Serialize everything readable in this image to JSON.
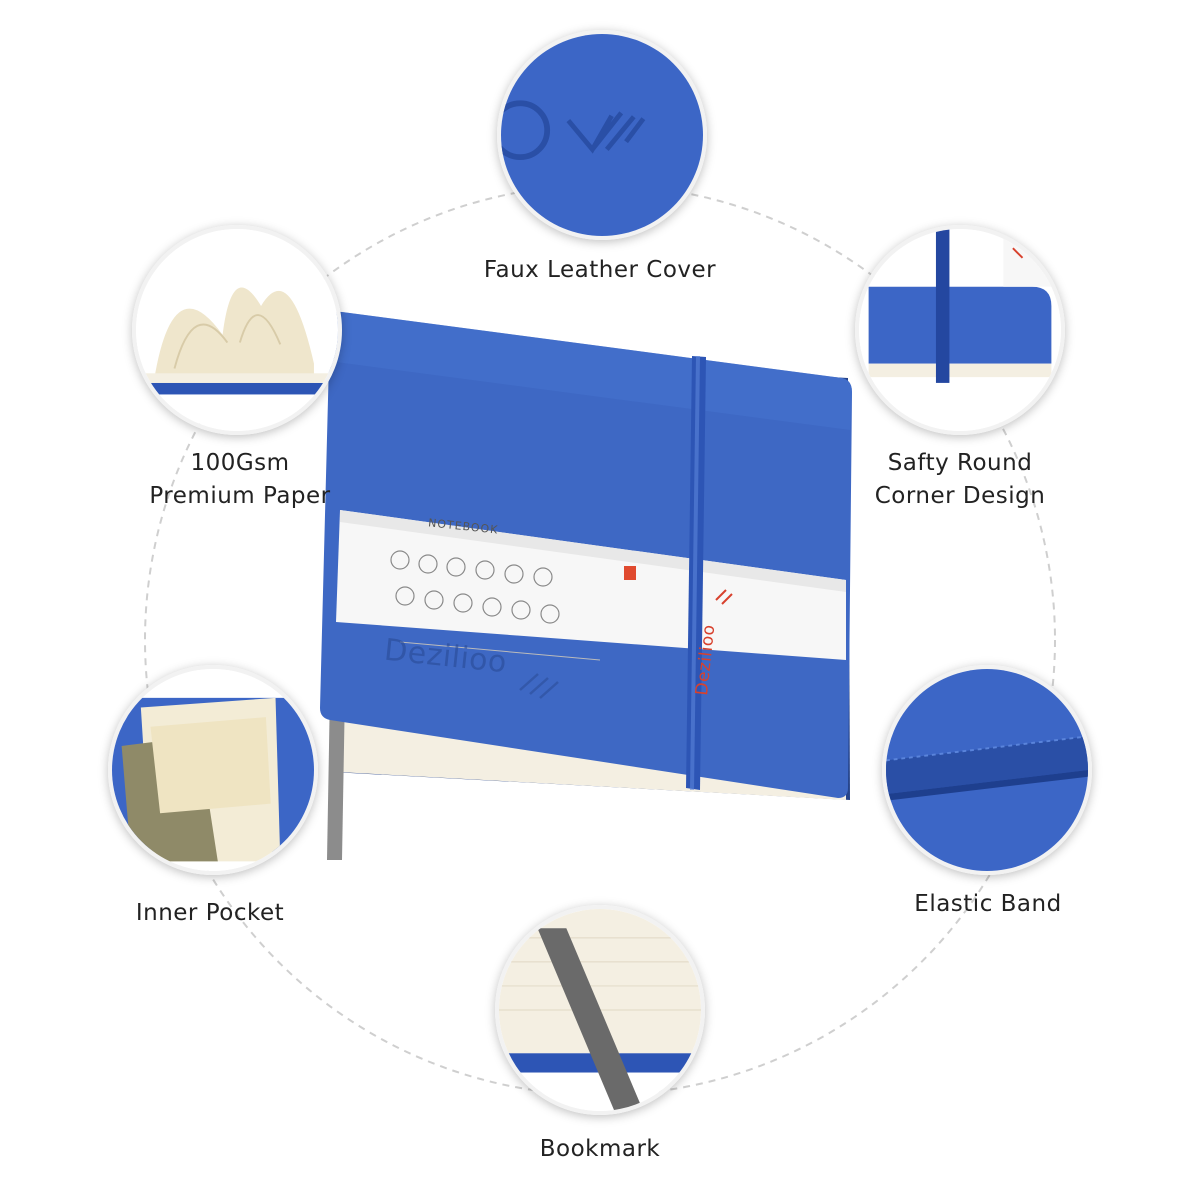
{
  "features": {
    "faux_leather": "Faux Leather Cover",
    "paper_line1": "100Gsm",
    "paper_line2": "Premium Paper",
    "corner_line1": "Safty Round",
    "corner_line2": "Corner Design",
    "pocket": "Inner Pocket",
    "elastic": "Elastic Band",
    "bookmark": "Bookmark"
  },
  "notebook": {
    "band_title": "NOTEBOOK",
    "cover_brand": "Dezilioo",
    "spine_brand": "Dezilioo"
  },
  "colors": {
    "cover_blue": "#3e68c4",
    "cover_dark": "#2c4f9f",
    "paper": "#f5efdf",
    "bookmark": "#8a8a8a"
  }
}
